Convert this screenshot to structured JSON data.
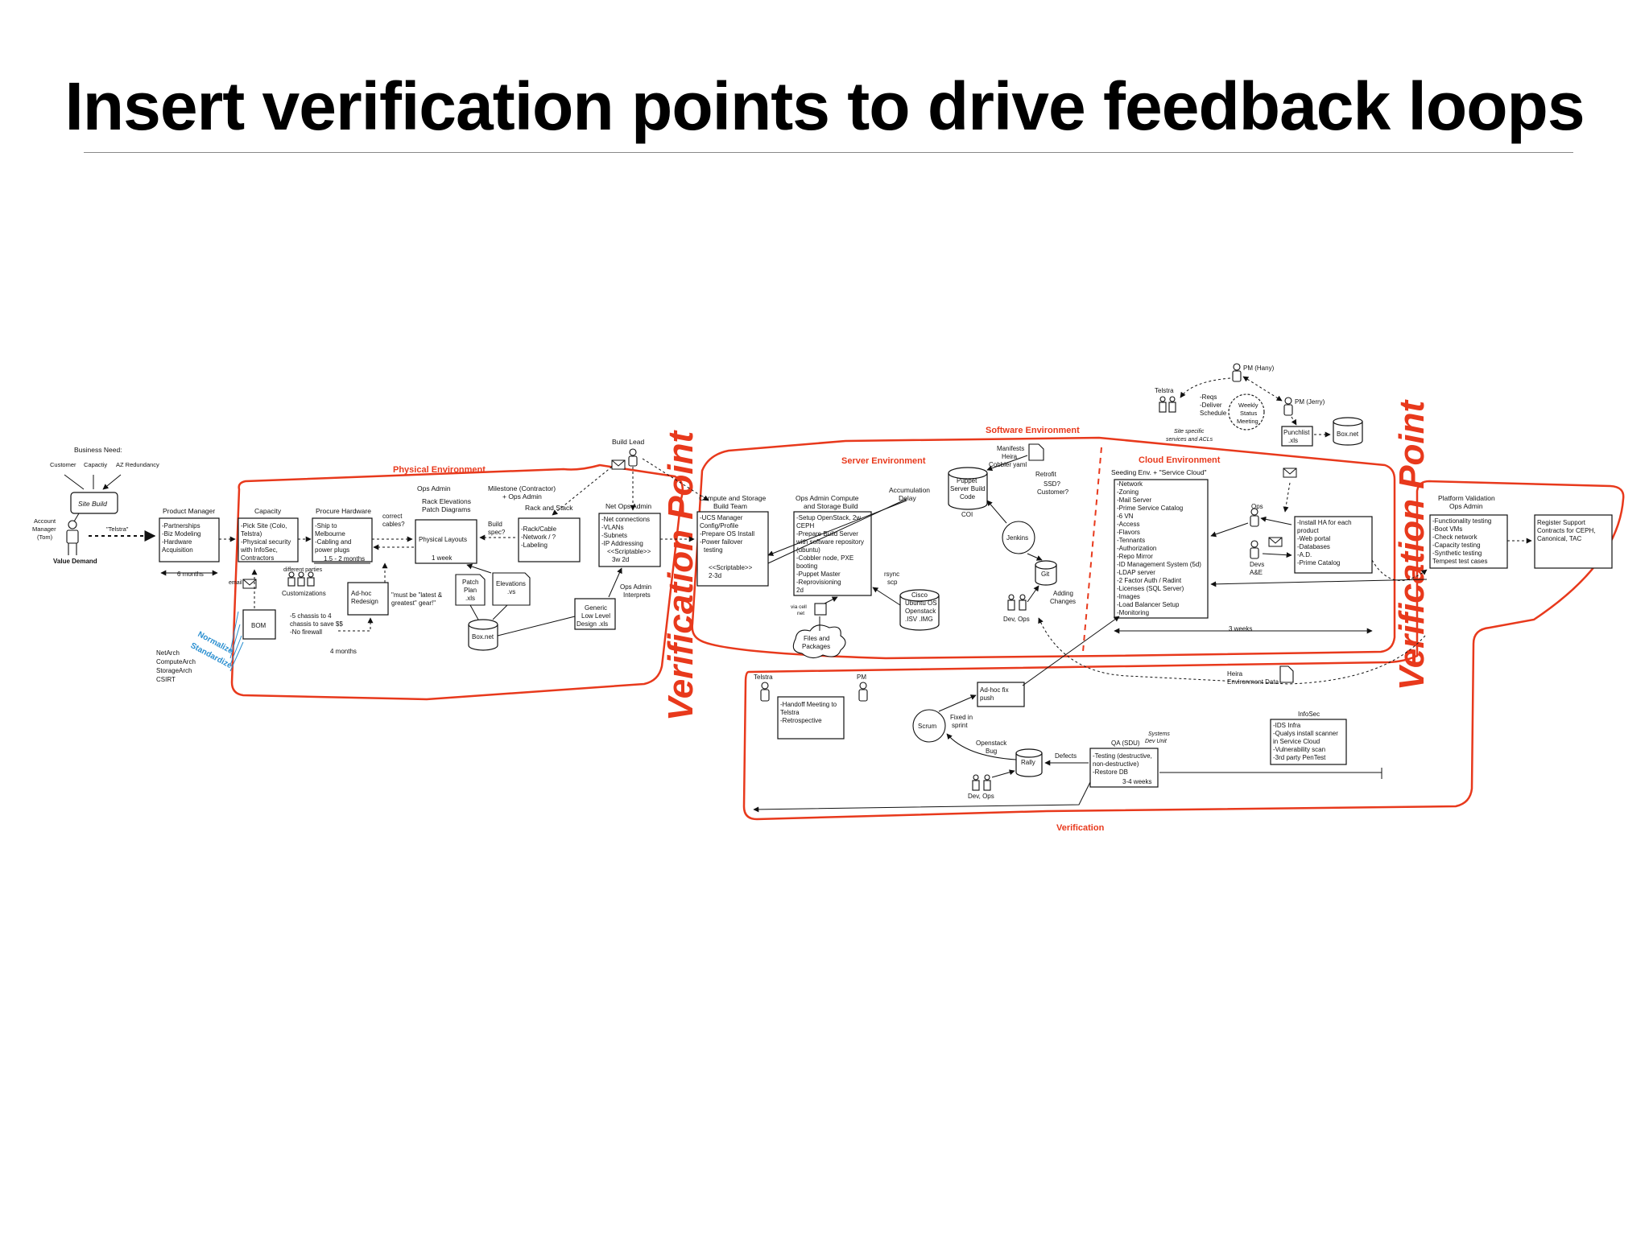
{
  "slide": {
    "title": "Insert verification points to drive feedback loops"
  },
  "diagram": {
    "colors": {
      "accent": "#e8391c",
      "ink": "#111111",
      "blue": "#2a8fd0",
      "gray": "#8a8a8a"
    },
    "verification_labels": [
      "Verification Point",
      "Verification Point"
    ],
    "environments": {
      "physical": "Physical Environment",
      "software": "Software Environment",
      "server": "Server Environment",
      "cloud": "Cloud Environment",
      "verification": "Verification"
    },
    "value_demand": {
      "business_need": "Business Need:",
      "customer": "Customer",
      "capacity": "Capactiy",
      "az": "AZ Redundancy",
      "site_build": "Site Build",
      "account_manager": [
        "Account",
        "Manager",
        "(Tom)"
      ],
      "value_demand": "Value Demand",
      "telstra": "\"Telstra\""
    },
    "product_manager": {
      "label": "Product Manager",
      "lines": [
        "-Partnerships",
        "-Biz Modeling",
        "-Hardware",
        "Acquisition"
      ],
      "duration": "6 months"
    },
    "capacity": {
      "label": "Capacity",
      "lines": [
        "-Pick Site (Colo,",
        "Telstra)",
        "-Physical security",
        "with InfoSec,",
        "Contractors"
      ]
    },
    "procure": {
      "label": "Procure Hardware",
      "lines": [
        "-Ship to",
        "Melbourne",
        "-Cabling and",
        "power plugs"
      ],
      "duration": "1.5 - 2 months"
    },
    "physical_misc": {
      "correct_cables": [
        "correct",
        "cables?"
      ],
      "ops_admin": "Ops Admin",
      "rack_elevations": [
        "Rack Elevations",
        "Patch Diagrams"
      ],
      "physical_layouts": "Physical Layouts",
      "one_week": "1 week",
      "build_spec": [
        "Build",
        "spec?"
      ],
      "different_parties": "different parties",
      "customizations": "Customizations",
      "adhoc_redesign": [
        "Ad-hoc",
        "Redesign"
      ],
      "latest_gear": [
        "\"must be \"latest &",
        "greatest\" gear!\""
      ],
      "chassis": [
        "-5 chassis to 4",
        "chassis to save $$",
        "-No firewall"
      ],
      "four_months": "4 months",
      "email": "email",
      "bom": "BOM",
      "normalize": [
        "Normalize",
        "Standardize"
      ],
      "teams": [
        "NetArch",
        "ComputeArch",
        "StorageArch",
        "CSIRT"
      ],
      "patch_plan": [
        "Patch",
        "Plan",
        ".xls"
      ],
      "elevations": [
        "Elevations",
        ".vs"
      ],
      "boxnet": "Box.net"
    },
    "rack_stack": {
      "milestone": [
        "Milestone (Contractor)",
        "+ Ops Admin"
      ],
      "label": "Rack and Stack",
      "lines": [
        "-Rack/Cable",
        "-Network / ?",
        "-Labeling"
      ]
    },
    "build_lead": "Build Lead",
    "net_ops": {
      "label": "Net Ops Admin",
      "lines": [
        "-Net connections",
        "-VLANs",
        "-Subnets",
        "-IP Addressing",
        "<<Scriptable>>",
        "3w 2d"
      ],
      "interprets": [
        "Ops Admin",
        "Interprets"
      ],
      "generic": [
        "Generic",
        "Low Level",
        "Design .xls"
      ]
    },
    "compute_storage": {
      "label": [
        "Compute and Storage",
        "Build Team"
      ],
      "lines": [
        "-UCS Manager",
        "Config/Profile",
        "-Prepare OS Install",
        "-Power failover",
        "testing",
        "",
        "<<Scriptable>>",
        "2-3d"
      ]
    },
    "ops_admin_compute": {
      "label": [
        "Ops Admin Compute",
        "and Storage Build"
      ],
      "lines": [
        "-Setup OpenStack, 2w",
        "CEPH",
        "-Prepare Build Server",
        "with software repository",
        "(ubuntu)",
        "-Cobbler node, PXE",
        "booting",
        "-Puppet Master",
        "-Reprovisioning",
        "2d"
      ]
    },
    "server_misc": {
      "accumulation": [
        "Accumulation",
        "Delay"
      ],
      "rsync": [
        "rsync",
        "scp"
      ],
      "cisco": [
        "Cisco",
        "Ubuntu OS",
        "Openstack",
        ".ISV .IMG"
      ],
      "via_cell": [
        "via cell",
        "net"
      ],
      "files": [
        "Files and",
        "Packages"
      ],
      "puppet": [
        "Puppet",
        "Server Build",
        "Code"
      ],
      "coi": "COI",
      "manifests": [
        "Manifests",
        "Heira",
        "Cobbler yaml"
      ],
      "retrofit": "Retrofit",
      "ssd": [
        "SSD?",
        "Customer?"
      ],
      "jenkins": "Jenkins",
      "git": "Git",
      "adding": [
        "Adding",
        "Changes"
      ],
      "dev_ops": "Dev, Ops"
    },
    "cloud": {
      "seeding": "Seeding Env. + \"Service Cloud\"",
      "lines": [
        "-Network",
        "-Zoning",
        "-Mail Server",
        "-Prime Service Catalog",
        "-6 VN",
        "-Access",
        "-Flavors",
        "-Tennants",
        "-Authorization",
        "-Repo Mirror",
        "-ID Management System (5d)",
        "-LDAP server",
        "-2 Factor Auth / Radint",
        "-Licenses (SQL Server)",
        "-Images",
        "-Load Balancer Setup",
        "-Monitoring"
      ],
      "three_weeks": "3 weeks",
      "ops": "Ops",
      "devs": [
        "Devs",
        "A&E"
      ],
      "ha_lines": [
        "-Install HA for each",
        "product",
        "-Web portal",
        "-Databases",
        "-A.D.",
        "-Prime Catalog"
      ]
    },
    "pm_area": {
      "pm_hany": "PM (Hany)",
      "pm_jerry": "PM (Jerry)",
      "telstra": "Telstra",
      "reqs": [
        "-Reqs",
        "-Deliver",
        "Schedule"
      ],
      "weekly": [
        "Weekly",
        "Status",
        "Meeting"
      ],
      "punchlist": [
        "Punchlist",
        ".xls"
      ],
      "boxnet": "Box.net",
      "site_specific": [
        "Site specific",
        "services and ACLs"
      ]
    },
    "platform": {
      "label": [
        "Platform Validation",
        "Ops Admin"
      ],
      "lines": [
        "-Functionality testing",
        "-Boot VMs",
        "-Check network",
        "-Capacity testing",
        "-Synthetic testing",
        "Tempest test cases"
      ],
      "register": [
        "Register Support",
        "Contracts for CEPH,",
        "Canonical, TAC"
      ]
    },
    "verification": {
      "telstra": "Telstra",
      "pm": "PM",
      "handoff": [
        "-Handoff Meeting to",
        "Telstra",
        "-Retrospective"
      ],
      "adhoc_fix": [
        "Ad-hoc fix",
        "push"
      ],
      "scrum": "Scrum",
      "fixed_sprint": [
        "Fixed in",
        "sprint"
      ],
      "openstack_bug": [
        "Openstack",
        "Bug"
      ],
      "rally": "Rally",
      "defects": "Defects",
      "dev_ops": "Dev, Ops",
      "qa": "QA (SDU)",
      "systems": [
        "Systems",
        "Dev Unit"
      ],
      "qa_lines": [
        "-Testing (destructive,",
        "non-destructive)",
        "-Restore DB"
      ],
      "qa_duration": "3-4 weeks",
      "heira": [
        "Heira",
        "Environment Data"
      ],
      "infosec": "InfoSec",
      "infosec_lines": [
        "-IDS Infra",
        "-Qualys install scanner",
        "in Service Cloud",
        "-Vulnerability scan",
        "-3rd party PenTest"
      ]
    }
  }
}
